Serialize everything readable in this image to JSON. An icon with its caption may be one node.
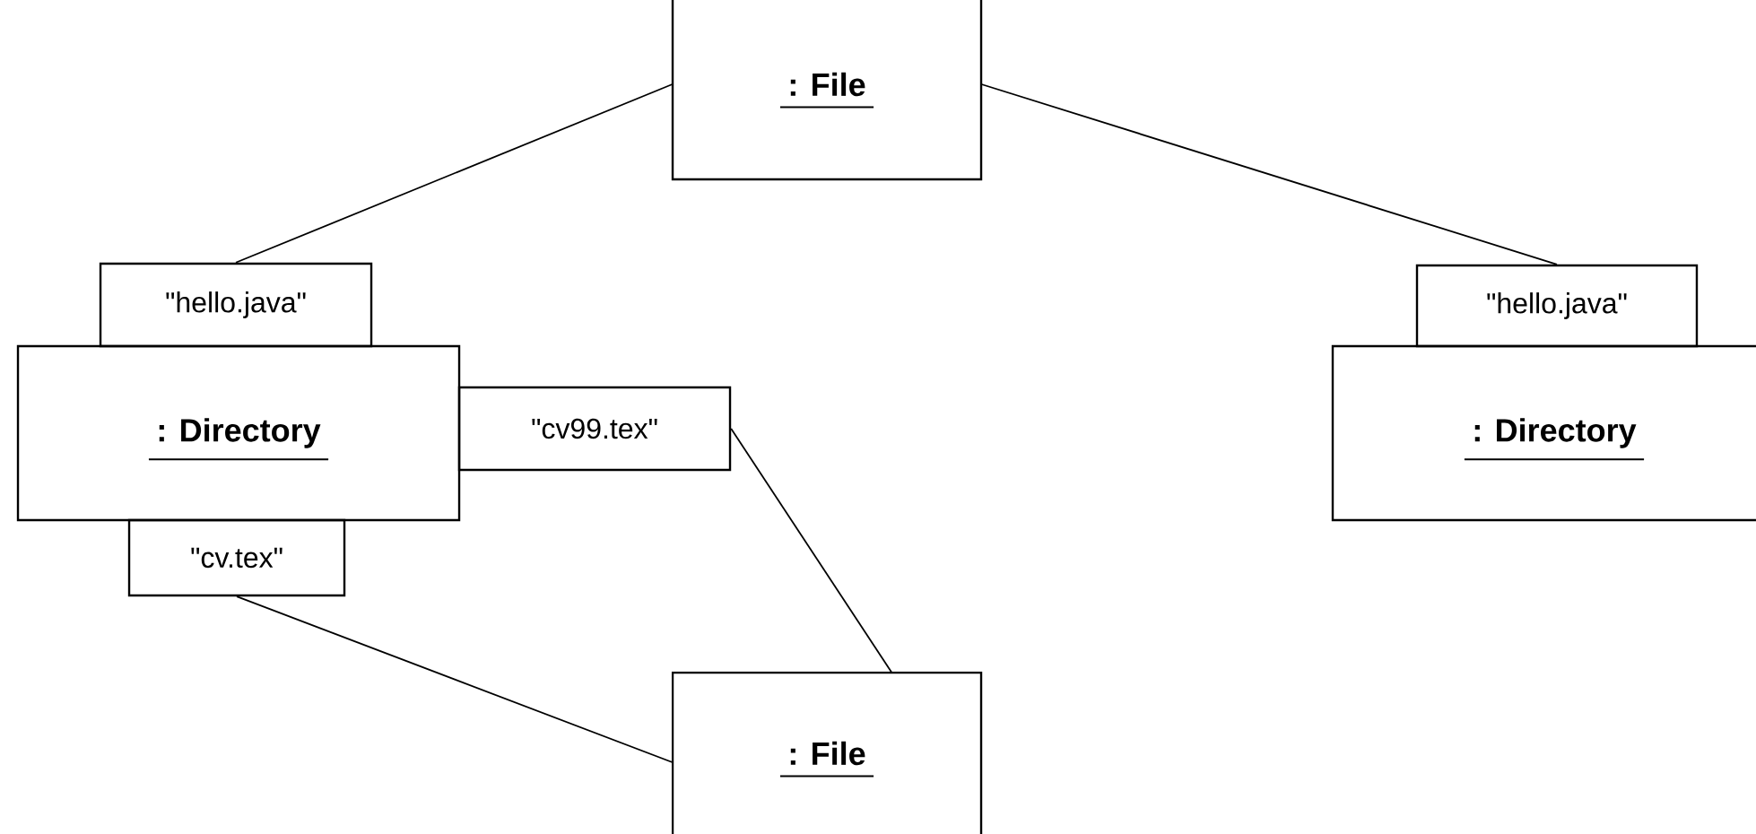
{
  "diagram": {
    "nodes": [
      {
        "text": [
          ": File"
        ]
      },
      {
        "text": [
          "\"hello.java\""
        ]
      },
      {
        "text": [
          ": Directory"
        ]
      },
      {
        "text": [
          "\"cv99.tex\""
        ]
      },
      {
        "text": [
          "\"cv.tex\""
        ]
      },
      {
        "text": [
          "\"hello.java\""
        ]
      },
      {
        "text": [
          ": Directory"
        ]
      },
      {
        "text": [
          ": File"
        ]
      }
    ],
    "edges": [
      {
        "from": 0,
        "to": 1,
        "arrow": "none"
      },
      {
        "from": 0,
        "to": 5,
        "arrow": "none"
      },
      {
        "from": 3,
        "to": 7,
        "arrow": "none"
      },
      {
        "from": 4,
        "to": 7,
        "arrow": "none"
      }
    ]
  }
}
